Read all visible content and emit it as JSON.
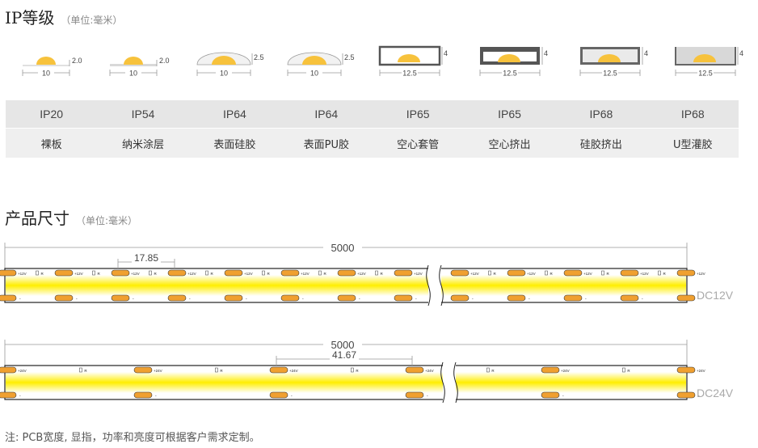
{
  "ip_section": {
    "title": "IP等级",
    "unit": "（单位:毫米）"
  },
  "profiles": [
    {
      "kind": "bare",
      "width": "10",
      "height": "2.0"
    },
    {
      "kind": "nano",
      "width": "10",
      "height": "2.0"
    },
    {
      "kind": "dome",
      "width": "10",
      "height": "2.5"
    },
    {
      "kind": "dome",
      "width": "10",
      "height": "2.5"
    },
    {
      "kind": "tube",
      "width": "12.5",
      "height": "4"
    },
    {
      "kind": "extrude",
      "width": "12.5",
      "height": "4"
    },
    {
      "kind": "silicone",
      "width": "12.5",
      "height": "4"
    },
    {
      "kind": "u",
      "width": "12.5",
      "height": "4"
    }
  ],
  "ip_table": {
    "ratings": [
      "IP20",
      "IP54",
      "IP64",
      "IP64",
      "IP65",
      "IP65",
      "IP68",
      "IP68"
    ],
    "types": [
      "裸板",
      "纳米涂层",
      "表面硅胶",
      "表面PU胶",
      "空心套管",
      "空心挤出",
      "硅胶挤出",
      "U型灌胶"
    ]
  },
  "size_section": {
    "title": "产品尺寸",
    "unit": "（单位:毫米）"
  },
  "strips": [
    {
      "id": "12v",
      "length": "5000",
      "pitch": "17.85",
      "label": "+12V",
      "voltage": "DC12V",
      "r": "R",
      "minus": "-"
    },
    {
      "id": "24v",
      "length": "5000",
      "pitch": "41.67",
      "label": "+24V",
      "voltage": "DC24V",
      "r": "R",
      "minus": "-"
    }
  ],
  "colors": {
    "strip_yellow": "#ffee00",
    "pad_orange": "#f0a030",
    "led_yellow": "#f7c23c"
  },
  "note": "注: PCB宽度, 显指，功率和亮度可根据客户需求定制。"
}
